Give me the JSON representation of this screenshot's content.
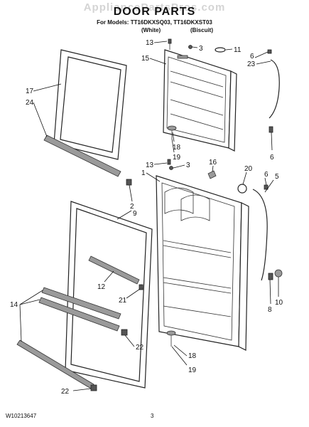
{
  "watermark": "AppliancePartsPros.com",
  "header": {
    "title": "DOOR PARTS",
    "models": "For Models: TT16DKXSQ03, TT16DKXST03",
    "variant_white": "(White)",
    "variant_biscuit": "(Biscuit)"
  },
  "footer": {
    "doc_number": "W10213647",
    "page_number": "3"
  },
  "callouts": {
    "c13a": "13",
    "c3a": "3",
    "c11": "11",
    "c6a": "6",
    "c23": "23",
    "c15": "15",
    "c17": "17",
    "c24": "24",
    "c18a": "18",
    "c19a": "19",
    "c6b": "6",
    "c13b": "13",
    "c3b": "3",
    "c1": "1",
    "c16": "16",
    "c20": "20",
    "c6c": "6",
    "c5": "5",
    "c2": "2",
    "c9": "9",
    "c12": "12",
    "c21": "21",
    "c14": "14",
    "c8": "8",
    "c10": "10",
    "c22a": "22",
    "c18b": "18",
    "c19b": "19",
    "c22b": "22"
  }
}
